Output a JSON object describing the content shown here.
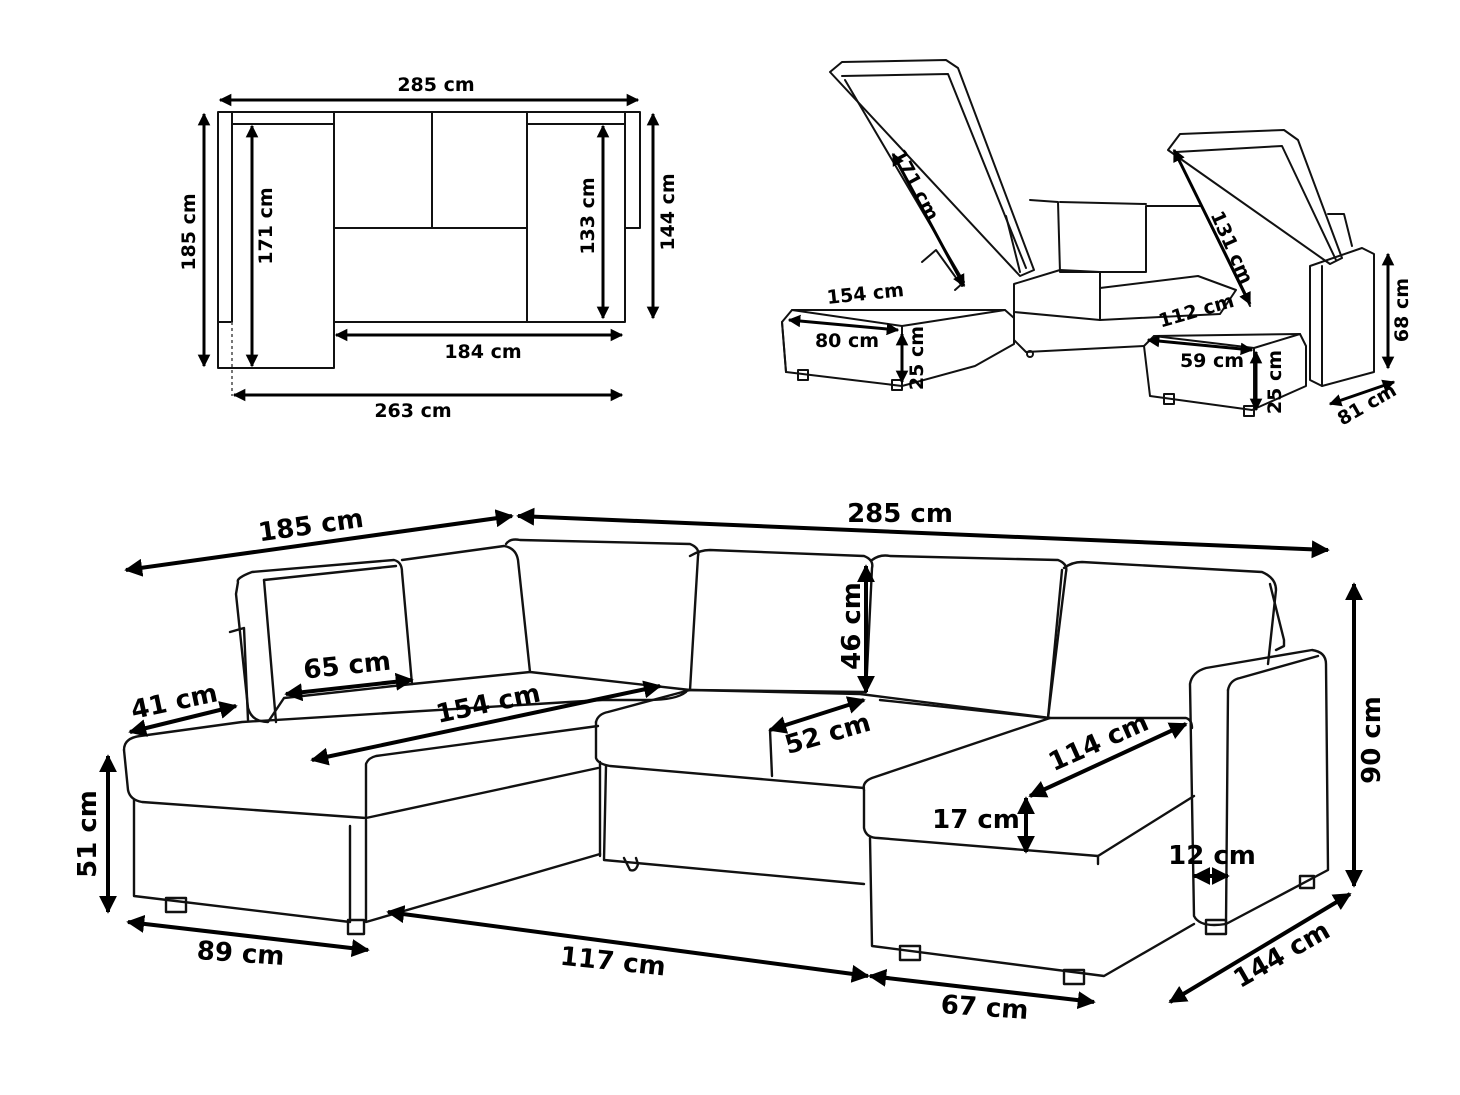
{
  "labels": {
    "plan_width": "285 cm",
    "plan_left_depth": "185 cm",
    "plan_chaise_inner": "171 cm",
    "plan_right_inner": "133 cm",
    "plan_right_depth": "144 cm",
    "plan_seat_width": "184 cm",
    "plan_total_inner": "263 cm",
    "storage_lid_left": "171 cm",
    "storage_len_left": "154 cm",
    "storage_width_left": "80 cm",
    "storage_depth_left": "25 cm",
    "storage_lid_right": "131 cm",
    "storage_len_right": "112 cm",
    "storage_width_right": "59 cm",
    "storage_depth_right": "25 cm",
    "side_height": "68 cm",
    "side_depth": "81 cm",
    "main_left_depth": "185 cm",
    "main_width": "285 cm",
    "backrest_height": "46 cm",
    "total_height": "90 cm",
    "cushion_width": "65 cm",
    "back_thickness": "41 cm",
    "chaise_length": "154 cm",
    "seat_depth": "52 cm",
    "ottoman_length": "114 cm",
    "seat_height": "51 cm",
    "cushion_thickness": "17 cm",
    "armrest_width": "12 cm",
    "chaise_width": "89 cm",
    "middle_width": "117 cm",
    "ottoman_width": "67 cm",
    "right_depth": "144 cm"
  }
}
